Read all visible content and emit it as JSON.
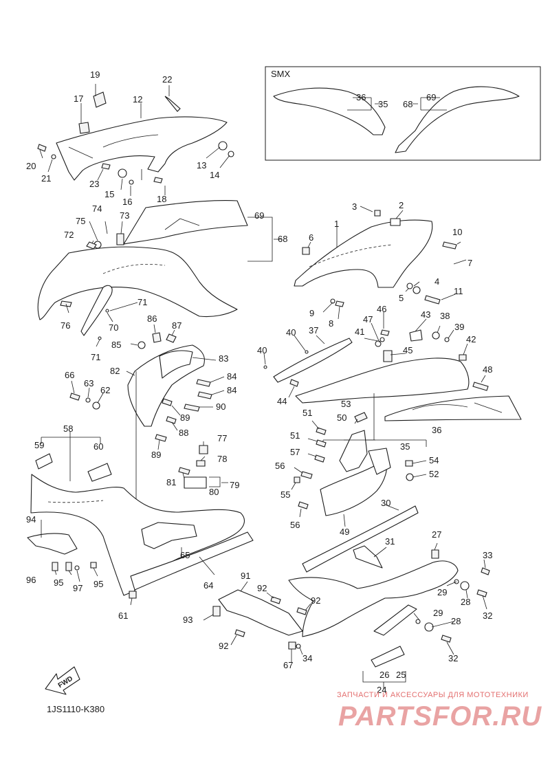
{
  "diagram_code": "1JS1110-K380",
  "inset": {
    "label": "SMX"
  },
  "fwd_label": "FWD",
  "watermark": {
    "line1": "ЗАПЧАСТИ И АКСЕССУАРЫ ДЛЯ МОТОТЕХНИКИ",
    "line2": "PARTSFOR.RU"
  },
  "callouts": {
    "n1": "1",
    "n2": "2",
    "n3": "3",
    "n4": "4",
    "n5": "5",
    "n6": "6",
    "n7": "7",
    "n8": "8",
    "n9": "9",
    "n10": "10",
    "n11": "11",
    "n12": "12",
    "n13": "13",
    "n14": "14",
    "n15": "15",
    "n16": "16",
    "n17": "17",
    "n18": "18",
    "n19": "19",
    "n20": "20",
    "n21": "21",
    "n22": "22",
    "n23": "23",
    "n24": "24",
    "n25": "25",
    "n26": "26",
    "n27": "27",
    "n28a": "28",
    "n28b": "28",
    "n29a": "29",
    "n29b": "29",
    "n30": "30",
    "n31": "31",
    "n32a": "32",
    "n32b": "32",
    "n33": "33",
    "n34": "34",
    "n35a": "35",
    "n35b": "35",
    "n36a": "36",
    "n36b": "36",
    "n37": "37",
    "n38": "38",
    "n39": "39",
    "n40a": "40",
    "n40b": "40",
    "n41": "41",
    "n42": "42",
    "n43": "43",
    "n44": "44",
    "n45": "45",
    "n46": "46",
    "n47": "47",
    "n48": "48",
    "n49": "49",
    "n50": "50",
    "n51a": "51",
    "n51b": "51",
    "n52": "52",
    "n53": "53",
    "n54": "54",
    "n55": "55",
    "n56a": "56",
    "n56b": "56",
    "n57": "57",
    "n58": "58",
    "n59": "59",
    "n60": "60",
    "n61": "61",
    "n62": "62",
    "n63": "63",
    "n64": "64",
    "n65": "65",
    "n66": "66",
    "n67": "67",
    "n68a": "68",
    "n68b": "68",
    "n69a": "69",
    "n69b": "69",
    "n70": "70",
    "n71a": "71",
    "n71b": "71",
    "n72": "72",
    "n73": "73",
    "n74": "74",
    "n75": "75",
    "n76": "76",
    "n77": "77",
    "n78": "78",
    "n79": "79",
    "n80": "80",
    "n81": "81",
    "n82": "82",
    "n83": "83",
    "n84a": "84",
    "n84b": "84",
    "n85": "85",
    "n86": "86",
    "n87": "87",
    "n88": "88",
    "n89a": "89",
    "n89b": "89",
    "n90": "90",
    "n91": "91",
    "n92a": "92",
    "n92b": "92",
    "n92c": "92",
    "n93": "93",
    "n94": "94",
    "n95a": "95",
    "n95b": "95",
    "n96": "96",
    "n97": "97"
  }
}
